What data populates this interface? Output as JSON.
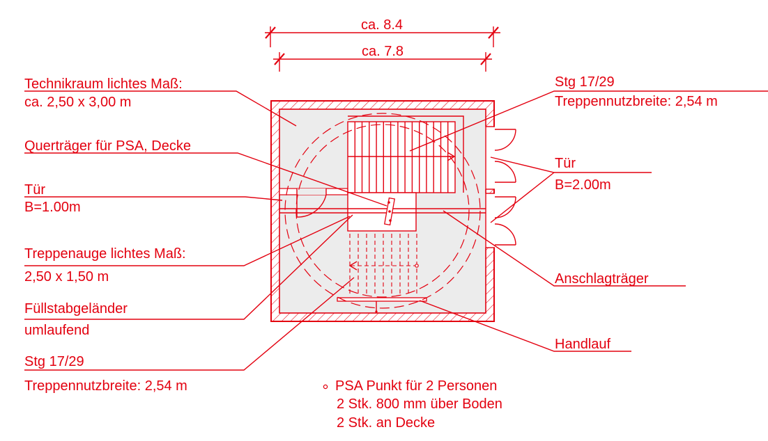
{
  "dimensions": {
    "outer": "ca. 8.4",
    "inner": "ca. 7.8"
  },
  "labels": {
    "technikraum_line1": "Technikraum lichtes Maß:",
    "technikraum_line2": "ca. 2,50 x 3,00 m",
    "quertraeger": "Querträger für PSA, Decke",
    "tuer_left_line1": "Tür",
    "tuer_left_line2": "B=1.00m",
    "treppenauge_line1": "Treppenauge lichtes Maß:",
    "treppenauge_line2": "2,50 x 1,50 m",
    "fuellstab_line1": "Füllstabgeländer",
    "fuellstab_line2": "umlaufend",
    "stg_left_line1": "Stg 17/29",
    "stg_left_line2": "Treppennutzbreite: 2,54 m",
    "stg_right_line1": "Stg 17/29",
    "stg_right_line2": "Treppennutzbreite: 2,54 m",
    "tuer_right_line1": "Tür",
    "tuer_right_line2": "B=2.00m",
    "anschlagtraeger": "Anschlagträger",
    "handlauf": "Handlauf"
  },
  "legend": {
    "line1": "PSA Punkt für 2 Personen",
    "line2": "2 Stk. 800 mm über Boden",
    "line3": "2 Stk. an Decke"
  },
  "colors": {
    "line": "#e3000f",
    "fill": "#ececec",
    "background": "#ffffff"
  }
}
